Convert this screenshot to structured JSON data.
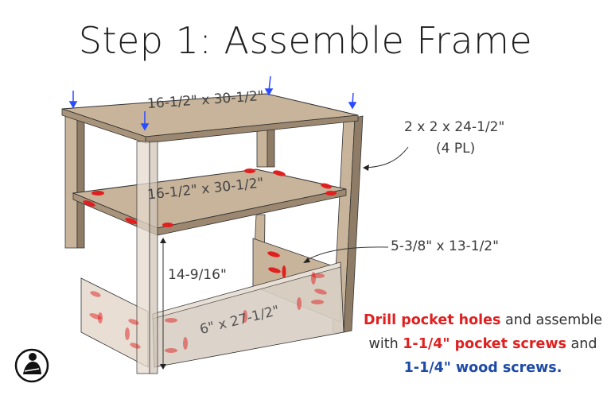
{
  "title": "Step 1: Assemble Frame",
  "labels": {
    "top_shelf": "16-1/2\" x 30-1/2\"",
    "middle_shelf": "16-1/2\" x 30-1/2\"",
    "legs": "2 x 2 x 24-1/2\"",
    "legs_qty": "(4 PL)",
    "side_apron": "5-3/8\" x 13-1/2\"",
    "height_dim": "14-9/16\"",
    "front_apron": "6\" x 27-1/2\""
  },
  "note": {
    "part1_red": "Drill pocket holes",
    "part2": " and assemble",
    "part3": "with ",
    "part4_red": "1-1/4\" pocket screws",
    "part5": " and",
    "part6_blue": "1-1/4\" wood screws."
  },
  "colors": {
    "wood_top": "#c8b49a",
    "wood_edge": "#9c8870",
    "wood_dark": "#8a7862",
    "pocket_hole": "#e02020",
    "arrow_blue": "#2a4bff",
    "accent_red": "#e02020",
    "accent_blue": "#1d4aa6"
  },
  "logo": "woodworker-logo-icon"
}
